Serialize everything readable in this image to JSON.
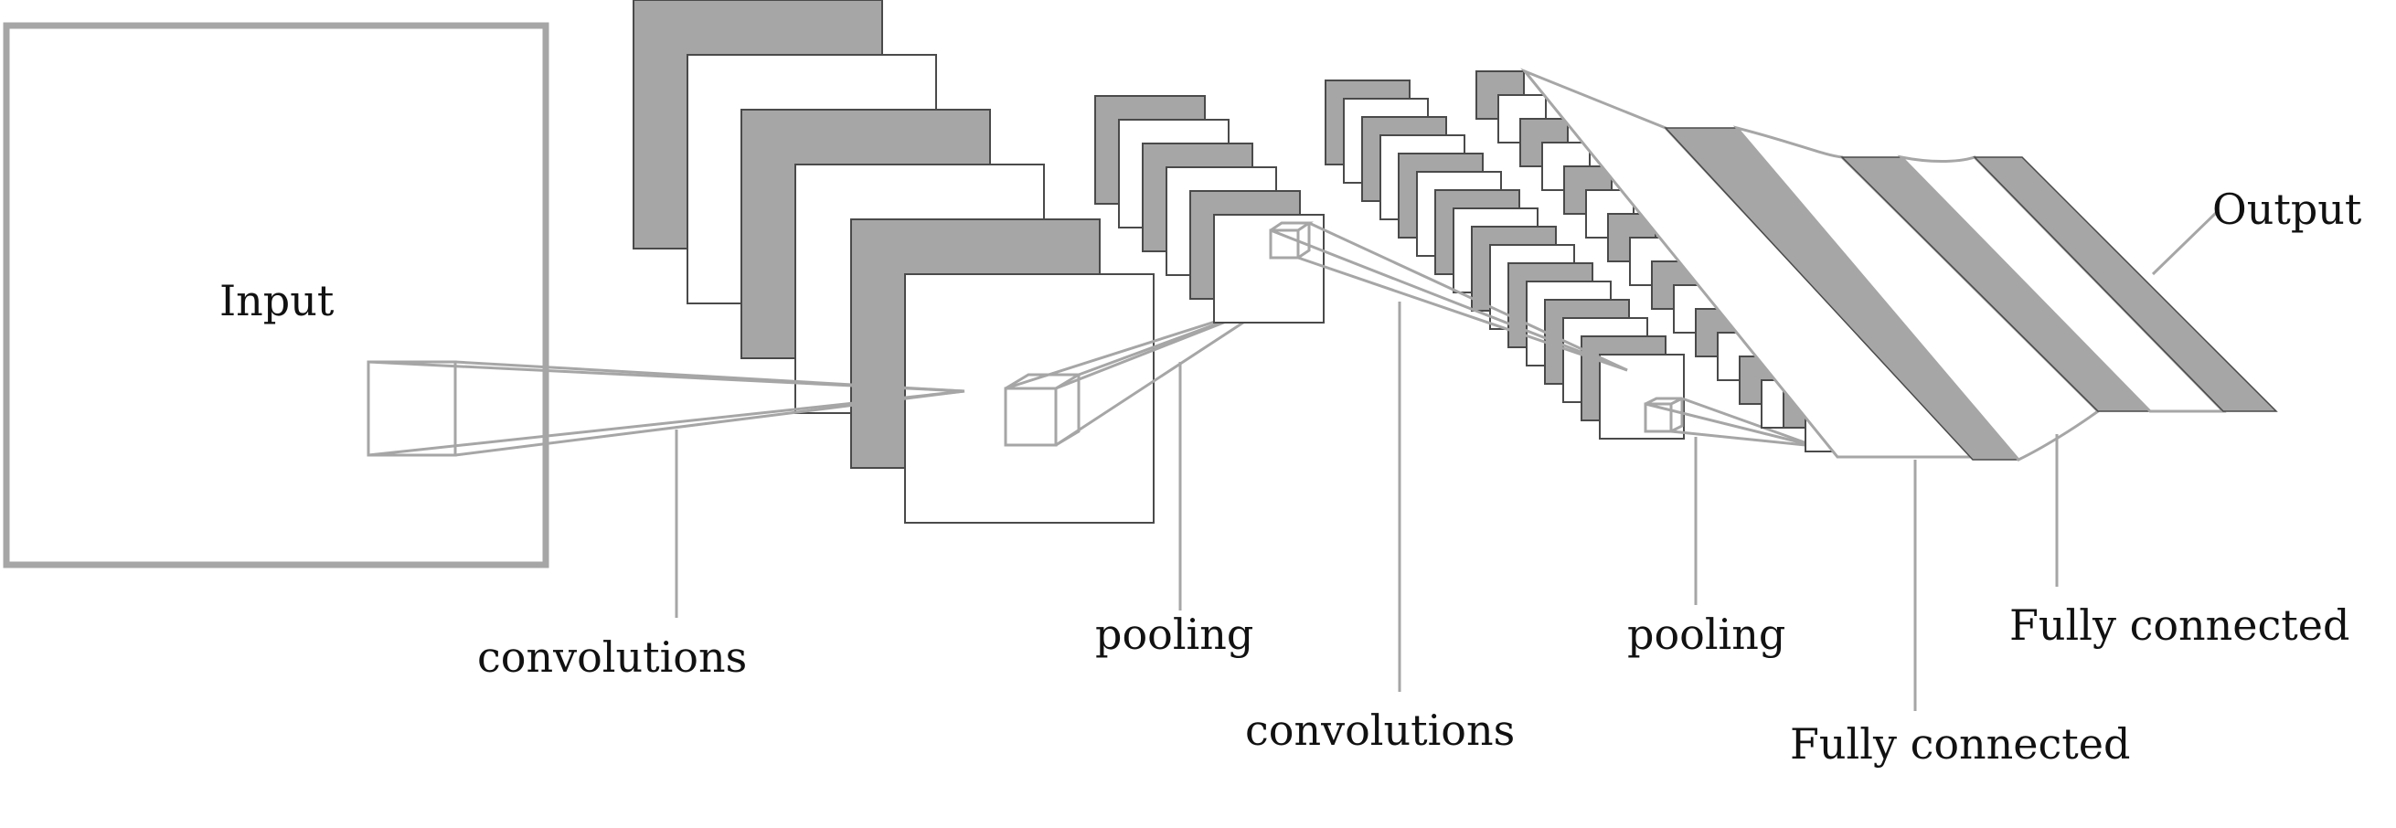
{
  "diagram": {
    "labels": {
      "input": "Input",
      "convolutions_1": "convolutions",
      "pooling_1": "pooling",
      "convolutions_2": "convolutions",
      "pooling_2": "pooling",
      "fully_connected_1": "Fully connected",
      "fully_connected_2": "Fully connected",
      "output": "Output"
    },
    "colors": {
      "feature_map_dark": "#a6a6a6",
      "feature_map_light": "#ffffff",
      "frame_stroke": "#a6a6a6",
      "map_stroke": "#4a4a4a",
      "text": "#111111"
    }
  }
}
